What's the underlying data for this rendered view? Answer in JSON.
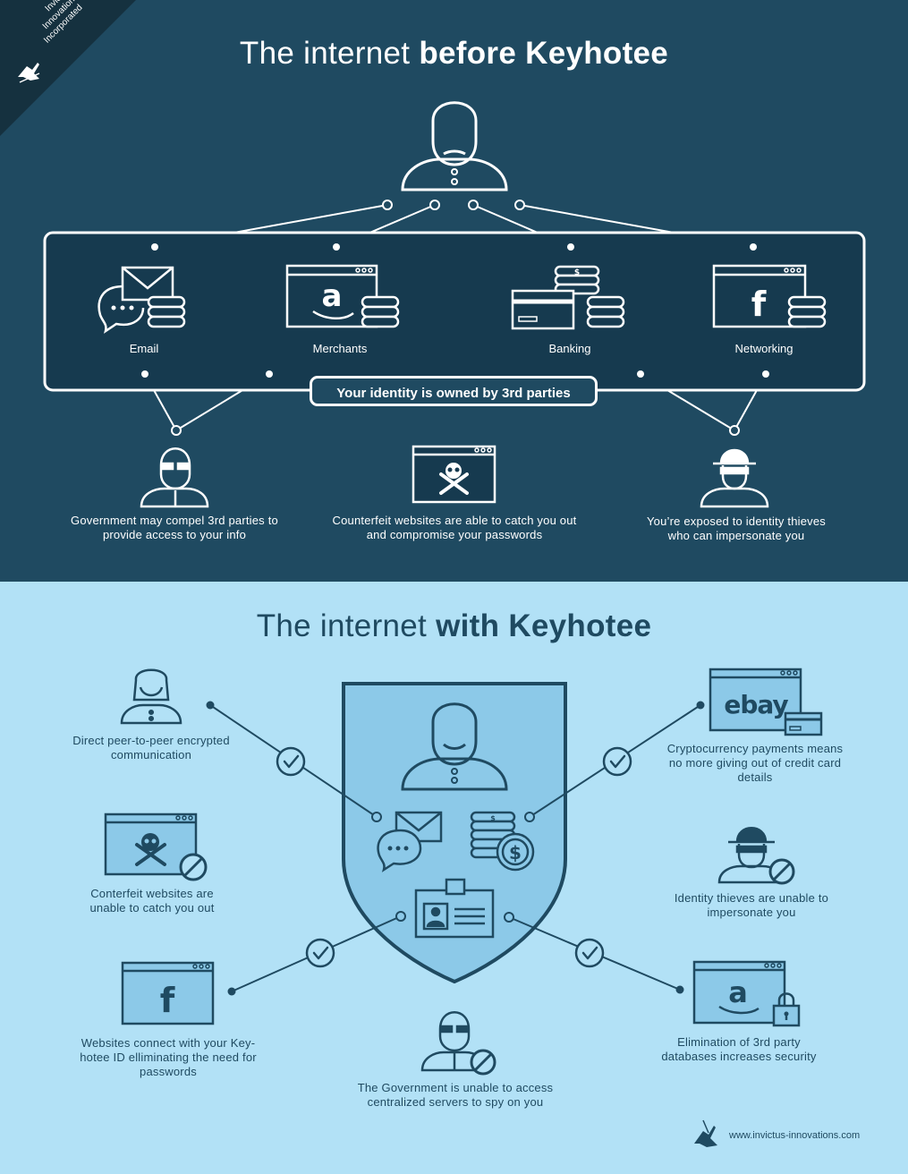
{
  "brand": {
    "corner_line1": "Invictus",
    "corner_line2": "Innovations",
    "corner_line3": "Incorporated",
    "footer_url": "www.invictus-innovations.com"
  },
  "before": {
    "title_light": "The internet ",
    "title_bold": "before Keyhotee",
    "services": [
      "Email",
      "Merchants",
      "Banking",
      "Networking"
    ],
    "owned_label": "Your identity is owned by 3rd parties",
    "threats": {
      "government": "Government may compel 3rd parties to provide access to your info",
      "counterfeit": "Counterfeit websites are able to catch you out and compromise your passwords",
      "thieves": "You’re exposed to identity thieves who can impersonate you"
    }
  },
  "with": {
    "title_light": "The internet ",
    "title_bold": "with Keyhotee",
    "benefits": {
      "p2p": "Direct peer-to-peer encrypted communication",
      "counterfeit": "Conterfeit websites are unable to catch you out",
      "websites": "Websites connect with your Key-hotee ID elliminating the need for passwords",
      "government": "The Government is unable to access centralized servers to spy on you",
      "crypto": "Cryptocurrency payments means no more giving out of credit card details",
      "thieves": "Identity thieves are unable to impersonate you",
      "databases": "Elimination of 3rd party databases increases security"
    },
    "ebay_logo": "ebay"
  },
  "colors": {
    "navy": "#1f4a61",
    "dark_panel": "#163a4f",
    "corner": "#15313f",
    "light_bg": "#b2e1f6",
    "shield_fill": "#8cc9e8",
    "icon_fill_light": "#5ab1dd",
    "white": "#ffffff"
  }
}
